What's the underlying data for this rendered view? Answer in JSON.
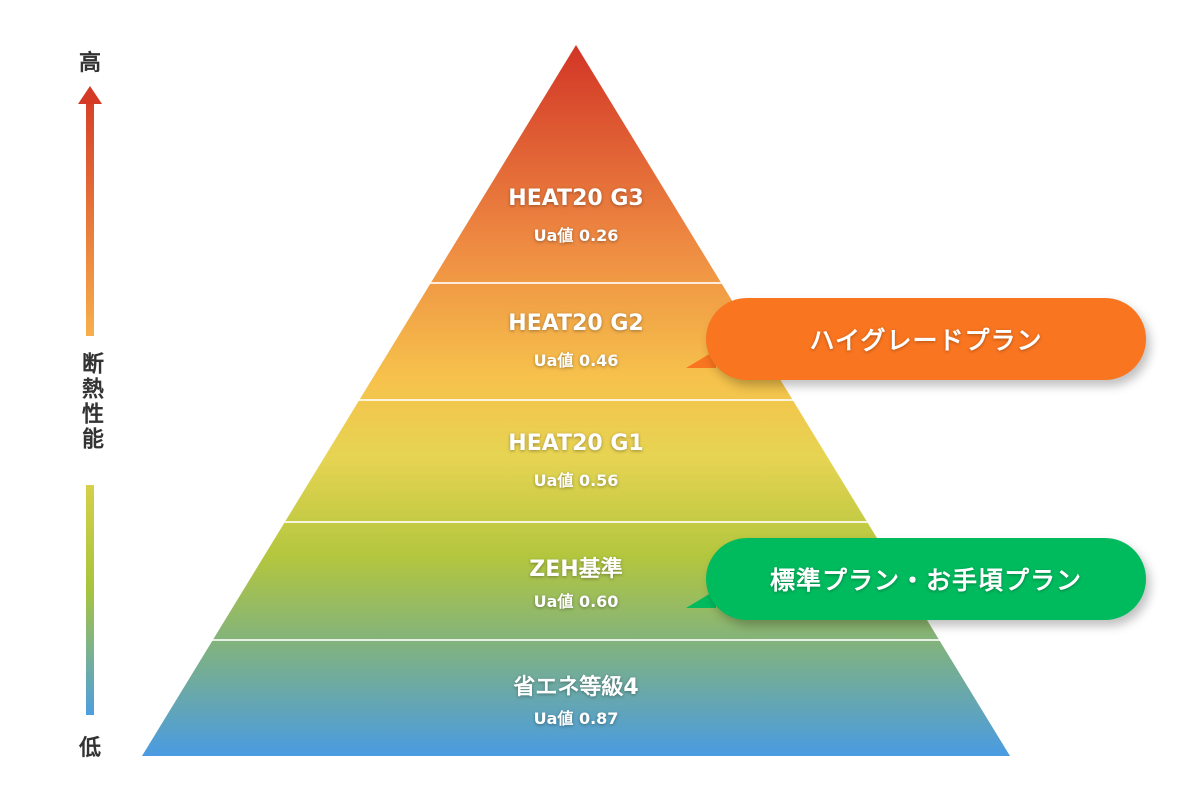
{
  "axis": {
    "high": "高",
    "low": "低",
    "label": "断熱性能"
  },
  "layers": [
    {
      "title": "HEAT20 G3",
      "ua": "Ua値 0.26"
    },
    {
      "title": "HEAT20 G2",
      "ua": "Ua値 0.46"
    },
    {
      "title": "HEAT20 G1",
      "ua": "Ua値 0.56"
    },
    {
      "title": "ZEH基準",
      "ua": "Ua値 0.60"
    },
    {
      "title": "省エネ等級4",
      "ua": "Ua値 0.87"
    }
  ],
  "callouts": {
    "high_grade": {
      "label": "ハイグレードプラン",
      "color": "#f97520"
    },
    "standard": {
      "label": "標準プラン・お手頃プラン",
      "color": "#00bb5e"
    }
  }
}
